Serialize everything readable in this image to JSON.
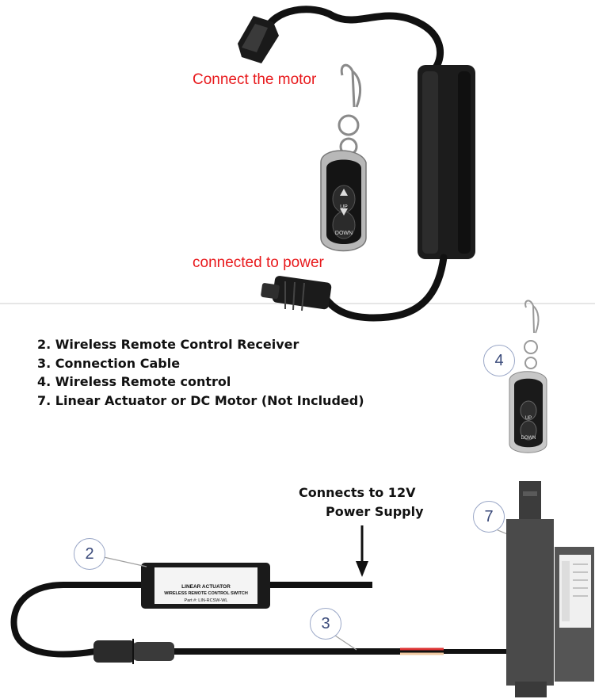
{
  "photo": {
    "motor_label": "Connect the motor",
    "power_label": "connected to power",
    "remote": {
      "up_label": "UP",
      "down_label": "DOWN"
    }
  },
  "legend": {
    "items": [
      "2. Wireless Remote Control Receiver",
      "3. Connection Cable",
      "4. Wireless Remote control",
      "7. Linear Actuator or DC Motor (Not Included)"
    ]
  },
  "diagram": {
    "power_note_line1": "Connects to 12V",
    "power_note_line2": "Power Supply",
    "callouts": {
      "receiver": "2",
      "cable": "3",
      "remote": "4",
      "actuator": "7"
    },
    "receiver_box": {
      "title": "LINEAR ACTUATOR",
      "subtitle": "WIRELESS REMOTE CONTROL SWITCH",
      "part": "Part #: LIN-RCSW-WL"
    },
    "small_remote": {
      "up_label": "UP",
      "down_label": "DOWN"
    }
  }
}
